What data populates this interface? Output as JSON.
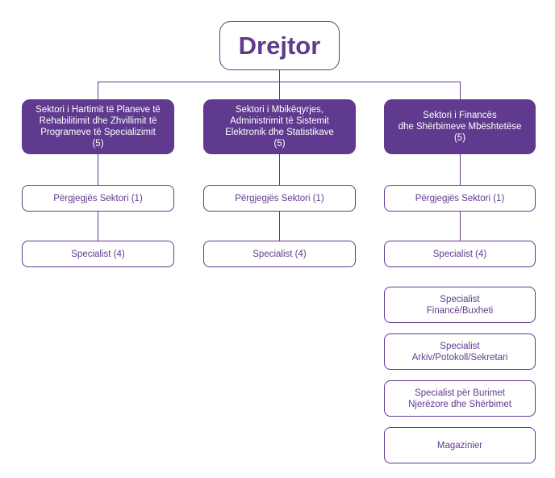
{
  "director": {
    "label": "Drejtor"
  },
  "sectors": [
    {
      "name_lines": [
        "Sektori i Hartimit të Planeve të",
        "Rehabilitimit dhe Zhvillimit të",
        "Programeve të Specializimit"
      ],
      "count": "(5)",
      "head": "Përgjegjës Sektori (1)",
      "specialist": "Specialist (4)"
    },
    {
      "name_lines": [
        "Sektori i Mbikëqyrjes,",
        "Administrimit të Sistemit",
        "Elektronik dhe Statistikave"
      ],
      "count": "(5)",
      "head": "Përgjegjës Sektori (1)",
      "specialist": "Specialist (4)"
    },
    {
      "name_lines": [
        "Sektori i Financës",
        "dhe Shërbimeve Mbështetëse"
      ],
      "count": "(5)",
      "head": "Përgjegjës Sektori (1)",
      "specialist": "Specialist (4)"
    }
  ],
  "extra_roles": [
    {
      "lines": [
        "Specialist",
        "Financë/Buxheti"
      ]
    },
    {
      "lines": [
        "Specialist",
        "Arkiv/Potokoll/Sekretari"
      ]
    },
    {
      "lines": [
        "Specialist për Burimet",
        "Njerëzore dhe Shërbimet"
      ]
    },
    {
      "lines": [
        "Magazinier"
      ]
    }
  ],
  "colors": {
    "accent": "#5f3a8e",
    "background": "#ffffff"
  }
}
